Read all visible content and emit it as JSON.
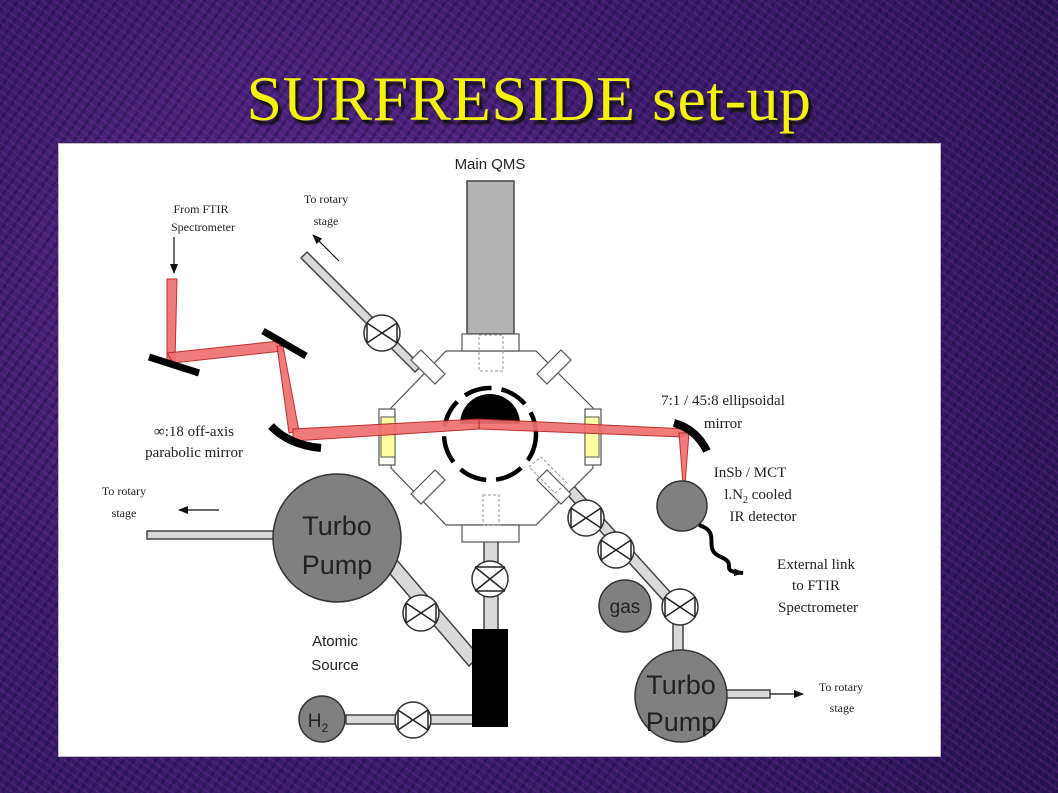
{
  "title": "SURFRESIDE set-up",
  "labels": {
    "main_qms": "Main QMS",
    "to_rotary_top_1": "To rotary",
    "to_rotary_top_2": "stage",
    "from_ftir_1": "From FTIR",
    "from_ftir_2": "Spectrometer",
    "parabolic_1": "∞:18 off-axis",
    "parabolic_2": "parabolic mirror",
    "ellipsoidal_1": "7:1  / 45:8 ellipsoidal",
    "ellipsoidal_2": "mirror",
    "detector_1a": "InSb / MCT",
    "detector_2a": "l.N",
    "detector_2sub": "2",
    "detector_2b": " cooled",
    "detector_3a": "IR detector",
    "to_rotary_left_1": "To rotary",
    "to_rotary_left_2": "stage",
    "turbo_1a": "Turbo",
    "turbo_1b": "Pump",
    "external_1": "External link",
    "external_2": "to FTIR",
    "external_3": "Spectrometer",
    "gas": "gas",
    "atomic_1": "Atomic",
    "atomic_2": "Source",
    "h2_main": "H",
    "h2_sub": "2",
    "turbo_2a": "Turbo",
    "turbo_2b": "Pump",
    "to_rotary_right_1": "To rotary",
    "to_rotary_right_2": "stage"
  },
  "colors": {
    "title": "#f2f20a",
    "beam": "#ee7070",
    "window": "#ffffa0",
    "pump": "#808080",
    "qms": "#b4b4b4"
  }
}
